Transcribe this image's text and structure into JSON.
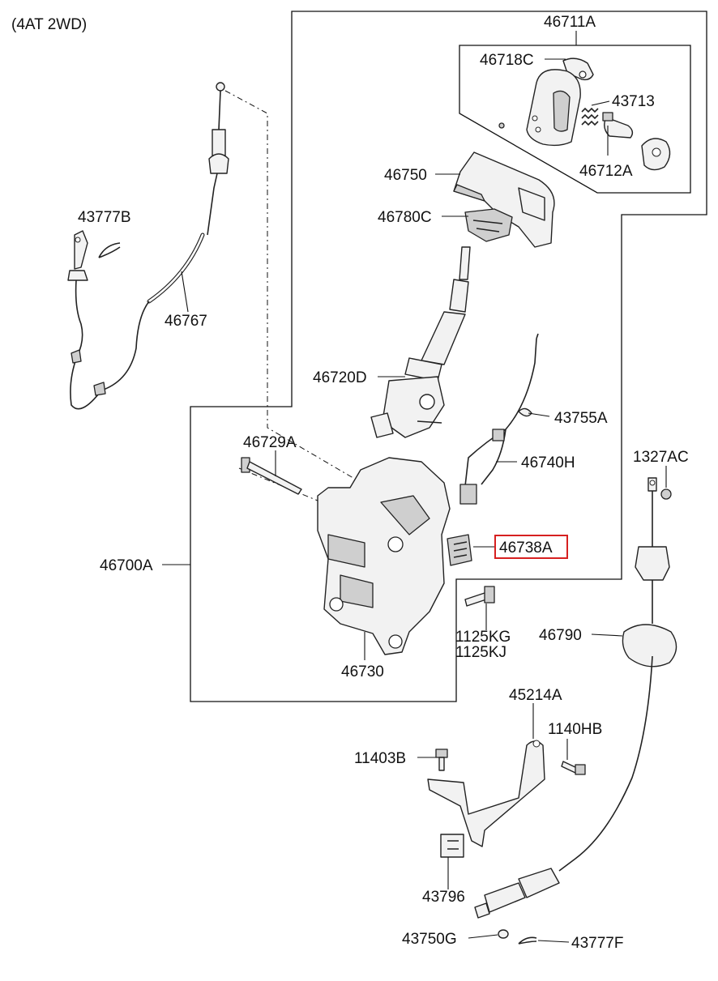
{
  "caption": "(4AT 2WD)",
  "highlight_color": "#d62020",
  "parts": {
    "p46711A": "46711A",
    "p46718C": "46718C",
    "p43713": "43713",
    "p46712A": "46712A",
    "p46750": "46750",
    "p46780C": "46780C",
    "p43777B": "43777B",
    "p46767": "46767",
    "p46720D": "46720D",
    "p43755A": "43755A",
    "p46729A": "46729A",
    "p46740H": "46740H",
    "p1327AC": "1327AC",
    "p46738A": "46738A",
    "p46700A": "46700A",
    "p1125KG": "1125KG",
    "p1125KJ": "1125KJ",
    "p46790": "46790",
    "p46730": "46730",
    "p45214A": "45214A",
    "p1140HB": "1140HB",
    "p11403B": "11403B",
    "p43796": "43796",
    "p43750G": "43750G",
    "p43777F": "43777F"
  }
}
